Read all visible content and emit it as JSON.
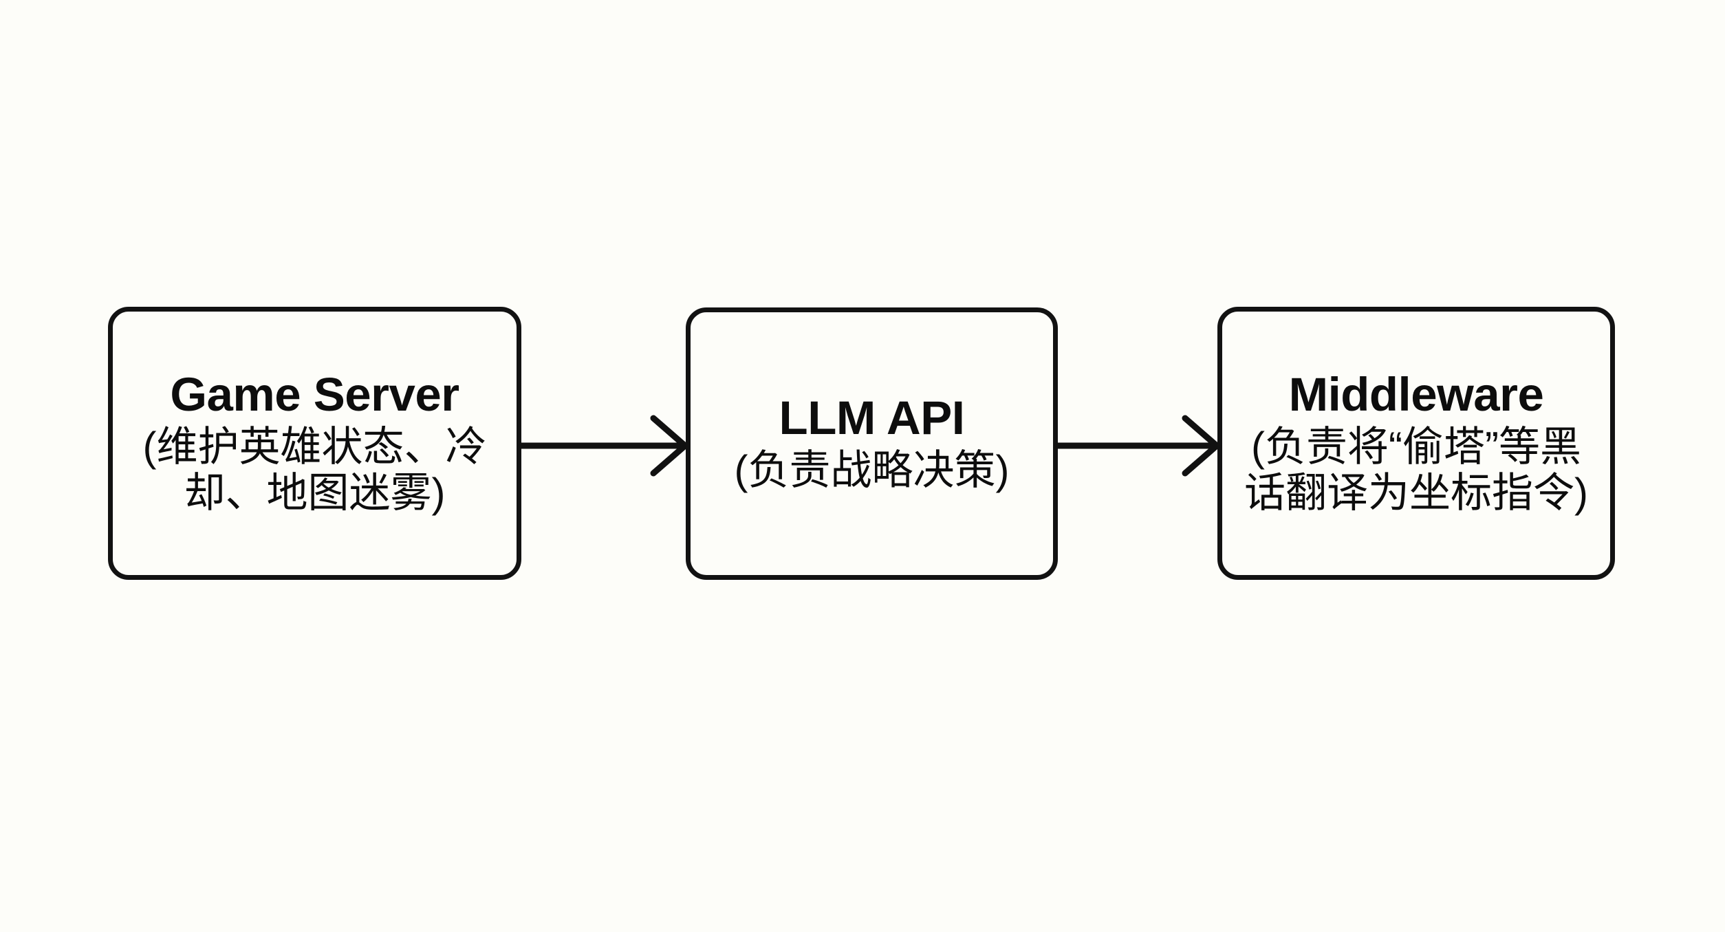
{
  "diagram": {
    "background_color": "#fdfdf9",
    "stroke_color": "#111111",
    "nodes": [
      {
        "id": "game-server",
        "title": "Game Server",
        "description": "(维护英雄状态、冷却、地图迷雾)"
      },
      {
        "id": "llm-api",
        "title": "LLM API",
        "description": "(负责战略决策)"
      },
      {
        "id": "middleware",
        "title": "Middleware",
        "description": "(负责将“偷塔”等黑话翻译为坐标指令)"
      }
    ],
    "connectors": [
      {
        "id": "arrow-1",
        "from": "game-server",
        "to": "llm-api",
        "style": "open-chevron",
        "label": ""
      },
      {
        "id": "arrow-2",
        "from": "llm-api",
        "to": "middleware",
        "style": "open-chevron",
        "label": ""
      }
    ]
  }
}
